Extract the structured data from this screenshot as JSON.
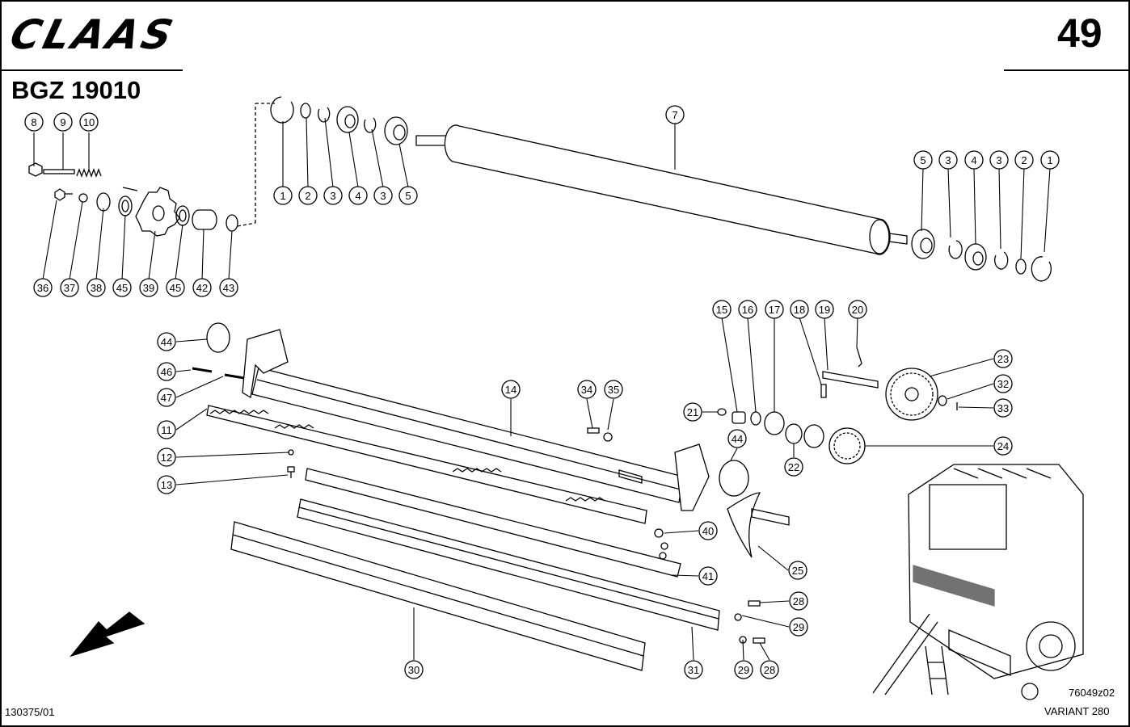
{
  "header": {
    "brand": "CLAAS",
    "page_number": "49",
    "group_code": "BGZ 19010"
  },
  "footer": {
    "document_number": "130375/01",
    "drawing_number": "76049z02",
    "model": "VARIANT 280"
  },
  "callouts": [
    {
      "id": "c8",
      "label": "8"
    },
    {
      "id": "c9",
      "label": "9"
    },
    {
      "id": "c10",
      "label": "10"
    },
    {
      "id": "c36",
      "label": "36"
    },
    {
      "id": "c37",
      "label": "37"
    },
    {
      "id": "c38",
      "label": "38"
    },
    {
      "id": "c45a",
      "label": "45"
    },
    {
      "id": "c39",
      "label": "39"
    },
    {
      "id": "c45b",
      "label": "45"
    },
    {
      "id": "c42",
      "label": "42"
    },
    {
      "id": "c43",
      "label": "43"
    },
    {
      "id": "c1a",
      "label": "1"
    },
    {
      "id": "c2a",
      "label": "2"
    },
    {
      "id": "c3a",
      "label": "3"
    },
    {
      "id": "c4a",
      "label": "4"
    },
    {
      "id": "c3b",
      "label": "3"
    },
    {
      "id": "c5a",
      "label": "5"
    },
    {
      "id": "c7",
      "label": "7"
    },
    {
      "id": "c5b",
      "label": "5"
    },
    {
      "id": "c3c",
      "label": "3"
    },
    {
      "id": "c4b",
      "label": "4"
    },
    {
      "id": "c3d",
      "label": "3"
    },
    {
      "id": "c2b",
      "label": "2"
    },
    {
      "id": "c1b",
      "label": "1"
    },
    {
      "id": "c15",
      "label": "15"
    },
    {
      "id": "c16",
      "label": "16"
    },
    {
      "id": "c17",
      "label": "17"
    },
    {
      "id": "c18",
      "label": "18"
    },
    {
      "id": "c19",
      "label": "19"
    },
    {
      "id": "c20",
      "label": "20"
    },
    {
      "id": "c23",
      "label": "23"
    },
    {
      "id": "c32",
      "label": "32"
    },
    {
      "id": "c33",
      "label": "33"
    },
    {
      "id": "c21",
      "label": "21"
    },
    {
      "id": "c22",
      "label": "22"
    },
    {
      "id": "c24",
      "label": "24"
    },
    {
      "id": "c44a",
      "label": "44"
    },
    {
      "id": "c46",
      "label": "46"
    },
    {
      "id": "c47",
      "label": "47"
    },
    {
      "id": "c11",
      "label": "11"
    },
    {
      "id": "c12",
      "label": "12"
    },
    {
      "id": "c13",
      "label": "13"
    },
    {
      "id": "c14",
      "label": "14"
    },
    {
      "id": "c34",
      "label": "34"
    },
    {
      "id": "c35",
      "label": "35"
    },
    {
      "id": "c44b",
      "label": "44"
    },
    {
      "id": "c40",
      "label": "40"
    },
    {
      "id": "c41",
      "label": "41"
    },
    {
      "id": "c25",
      "label": "25"
    },
    {
      "id": "c28a",
      "label": "28"
    },
    {
      "id": "c29a",
      "label": "29"
    },
    {
      "id": "c29b",
      "label": "29"
    },
    {
      "id": "c28b",
      "label": "28"
    },
    {
      "id": "c30",
      "label": "30"
    },
    {
      "id": "c31",
      "label": "31"
    }
  ]
}
